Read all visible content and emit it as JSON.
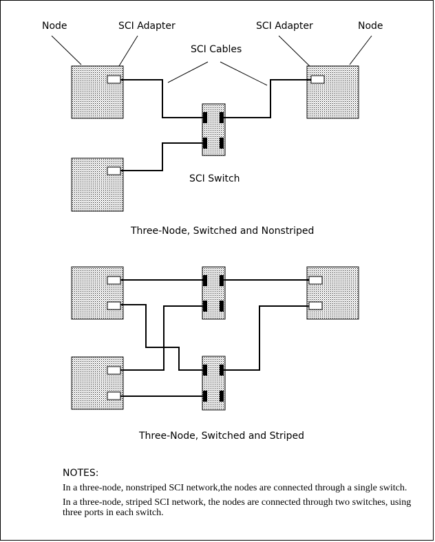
{
  "labels": {
    "node_left": "Node",
    "adapter_left": "SCI Adapter",
    "adapter_right": "SCI Adapter",
    "node_right": "Node",
    "cables": "SCI Cables",
    "switch": "SCI Switch"
  },
  "captions": {
    "nonstriped": "Three-Node, Switched and Nonstriped",
    "striped": "Three-Node, Switched and Striped"
  },
  "notes": {
    "header": "NOTES:",
    "items": [
      "In a three-node, nonstriped SCI network,the nodes are connected through a single switch.",
      "In a three-node, striped SCI network, the nodes are connected through two switches, using three ports in each switch."
    ]
  }
}
